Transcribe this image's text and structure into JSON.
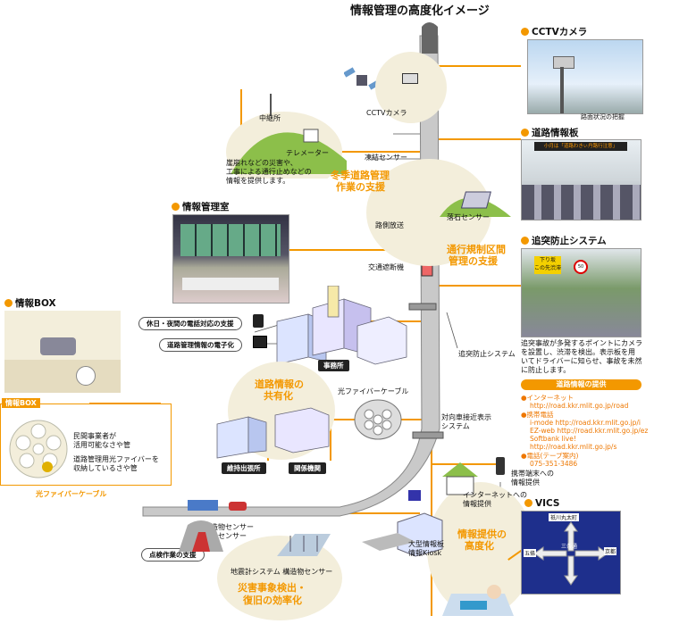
{
  "title": "情報管理の高度化イメージ",
  "sections": {
    "cctv": "CCTVカメラ",
    "cctv_caption": "路面状況の把握",
    "road_board": "道路情報板",
    "road_board_sign": "小月は「道路わきぃ丹路行注意」",
    "accident": "追突防止システム",
    "accident_sign_a": "下り坂",
    "accident_sign_b": "この先渋滞",
    "accident_sign_c": "50",
    "accident_desc": [
      "追突事故が多発するポイントにカメラ",
      "を設置し、渋滞を検出。表示板を用",
      "いてドライバーに知らせ、事故を未然",
      "に防止します。"
    ],
    "info_provision": "道路情報の提供",
    "internet_title": "●インターネット",
    "internet_url": "http://road.kkr.mlit.go.jp/road",
    "mobile_title": "●携帯電話",
    "mobile_lines": [
      "i-mode  http://road.kkr.mlit.go.jp/i",
      "EZ-web  http://road.kkr.mlit.go.jp/ez",
      "Softbank live!",
      "        http://road.kkr.mlit.go.jp/s"
    ],
    "phone_title": "●電話(テープ案内)",
    "phone_number": "075-351-3486",
    "vics": "VICS",
    "vics_labels": [
      "祇川丸太町",
      "五條",
      "三条通",
      "京都"
    ],
    "info_room": "情報管理室",
    "info_box": "情報BOX",
    "info_box_tag": "情報BOX",
    "info_box_desc1": [
      "民間事業者が",
      "活用可能なさや管"
    ],
    "info_box_desc2": [
      "道路管理用光ファイバーを",
      "収納しているさや管"
    ],
    "fiber_label": "光ファイバーケーブル"
  },
  "labels": {
    "relay": "中継所",
    "telemeter": "テレメーター",
    "disaster_info": [
      "崖崩れなどの災害や、",
      "工事による通行止めなどの",
      "情報を提供します。"
    ],
    "cctv_cam": "CCTVカメラ",
    "freeze": "凍結センサー",
    "winter": [
      "冬季道路管理",
      "作業の支援"
    ],
    "broadcast": "路側放送",
    "rockfall": "落石センサー",
    "closure": [
      "通行規制区間",
      "管理の支援"
    ],
    "gate": "交通遮断機",
    "night_support": "休日・夜間の電話対応の支援",
    "digitize": "道路管理情報の電子化",
    "office": "事務所",
    "rear_end": "追突防止システム",
    "share": [
      "道路情報の",
      "共有化"
    ],
    "fiber": "光ファイバーケーブル",
    "branch": "維持出張所",
    "agencies": "関係機関",
    "oncoming": [
      "対向車接近表示",
      "システム"
    ],
    "struct1": [
      "構造物センサー",
      "冠水センサー"
    ],
    "inspection": "点検作業の支援",
    "quake": "地震計システム  構造物センサー",
    "recovery": [
      "災害事象検出・",
      "復旧の効率化"
    ],
    "kiosk": [
      "大型情報板",
      "情報Kiosk"
    ],
    "net_info": [
      "インターネットへの",
      "情報提供"
    ],
    "mobile_info": [
      "携帯端末への",
      "情報提供"
    ],
    "advanced": [
      "情報提供の",
      "高度化"
    ]
  },
  "colors": {
    "accent": "#f39800",
    "fiber": "#f39800",
    "panel": "#f3eedb",
    "green": "#8cbf4a"
  }
}
